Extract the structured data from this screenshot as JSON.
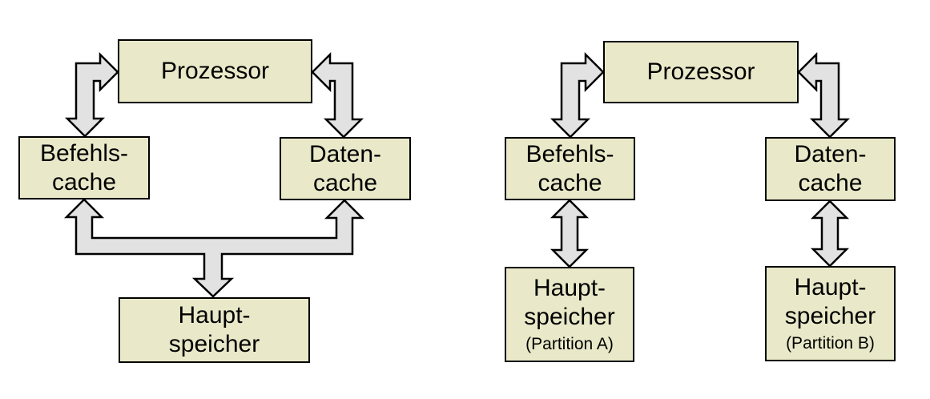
{
  "colors": {
    "background": "#ffffff",
    "box_fill": "#e9e9c9",
    "box_border": "#000000",
    "arrow_fill": "#e2e2e2",
    "arrow_border": "#000000",
    "text": "#000000"
  },
  "diagram_left": {
    "nodes": {
      "prozessor": {
        "label": "Prozessor"
      },
      "befehls_cache": {
        "label": "Befehls-\ncache"
      },
      "daten_cache": {
        "label": "Daten-\ncache"
      },
      "hauptspeicher": {
        "label": "Haupt-\nspeicher"
      }
    },
    "edges": [
      {
        "from": "prozessor",
        "to": "befehls_cache",
        "type": "bidirectional-elbow"
      },
      {
        "from": "prozessor",
        "to": "daten_cache",
        "type": "bidirectional-elbow"
      },
      {
        "from": "hauptspeicher",
        "to": "befehls_cache",
        "type": "merged-bidirectional"
      },
      {
        "from": "hauptspeicher",
        "to": "daten_cache",
        "type": "merged-bidirectional"
      }
    ]
  },
  "diagram_right": {
    "nodes": {
      "prozessor": {
        "label": "Prozessor"
      },
      "befehls_cache": {
        "label": "Befehls-\ncache"
      },
      "daten_cache": {
        "label": "Daten-\ncache"
      },
      "hauptspeicher_a": {
        "label": "Haupt-\nspeicher",
        "sublabel": "(Partition A)"
      },
      "hauptspeicher_b": {
        "label": "Haupt-\nspeicher",
        "sublabel": "(Partition B)"
      }
    },
    "edges": [
      {
        "from": "prozessor",
        "to": "befehls_cache",
        "type": "bidirectional-elbow"
      },
      {
        "from": "prozessor",
        "to": "daten_cache",
        "type": "bidirectional-elbow"
      },
      {
        "from": "befehls_cache",
        "to": "hauptspeicher_a",
        "type": "bidirectional-vertical"
      },
      {
        "from": "daten_cache",
        "to": "hauptspeicher_b",
        "type": "bidirectional-vertical"
      }
    ]
  }
}
